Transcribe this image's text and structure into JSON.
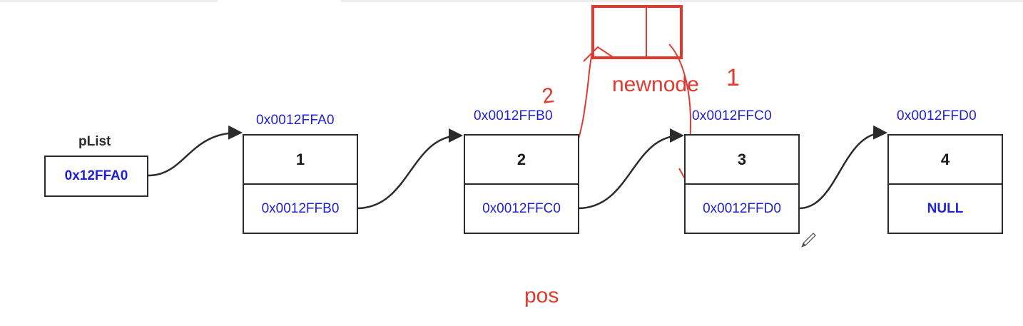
{
  "plist": {
    "label": "pList",
    "value": "0x12FFA0"
  },
  "nodes": [
    {
      "address": "0x0012FFA0",
      "data": "1",
      "next": "0x0012FFB0"
    },
    {
      "address": "0x0012FFB0",
      "data": "2",
      "next": "0x0012FFC0"
    },
    {
      "address": "0x0012FFC0",
      "data": "3",
      "next": "0x0012FFD0"
    },
    {
      "address": "0x0012FFD0",
      "data": "4",
      "next": "NULL"
    }
  ],
  "annotations": {
    "newnode": "newnode",
    "pos": "pos",
    "step1": "1",
    "step2": "2"
  },
  "colors": {
    "address_text": "#1f1fd6",
    "outline": "#2b2b2b",
    "annotation": "#e03a2f"
  }
}
